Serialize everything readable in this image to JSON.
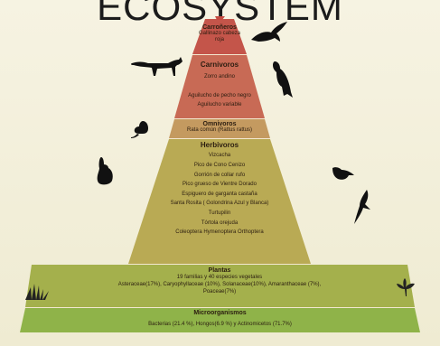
{
  "heading": "ECOSYSTEM",
  "colors": {
    "background": "#f4f1dd",
    "carroneros": "#c4554a",
    "carnivoros": "#c86a55",
    "omnivoros": "#c49a60",
    "herbivoros": "#b9aa54",
    "plantas": "#a4b04c",
    "microorganismos": "#8fb349"
  },
  "levels": {
    "carroneros": {
      "title": "Carroñeros",
      "items": [
        "Gallinazo cabeza",
        "roja"
      ]
    },
    "carnivoros": {
      "title": "Carnivoros",
      "items": [
        "Zorro andino",
        "Aguilucho de pecho negro",
        "Aguilucho variable"
      ]
    },
    "omnivoros": {
      "title": "Omnivoros",
      "items": [
        "Rata común (Rattus rattus)"
      ]
    },
    "herbivoros": {
      "title": "Herbivoros",
      "items": [
        "Vizcacha",
        "Pico de Cono Cenizo",
        "Gorrión de collar rufo",
        "Pico grueso de Vientre Dorado",
        "Espiguero de garganta castaña",
        "Santa Rosita ( Golondrina Azul y Blanca)",
        "Turtupilin",
        "Tórtola orejuda",
        "Coleoptera  Hymenoptera   Orthoptera"
      ]
    },
    "plantas": {
      "title": "Plantas",
      "items": [
        "19 familias y 40 especies vegetales",
        "Asteraceae(17%), Caryophyllaceae (10%), Solanaceae(10%), Amaranthaceae (7%),",
        "Poaceae(7%)"
      ]
    },
    "microorganismos": {
      "title": "Microorganismos",
      "items": [
        "Bacterias (21.4 %), Hongos(6.9 %) y  Actinomicetos (71.7%)"
      ]
    }
  },
  "icons": [
    "condor-icon",
    "fox-icon",
    "eagle-icon",
    "rat-icon",
    "rabbit-icon",
    "songbird-icon",
    "swallow-icon",
    "grass-icon",
    "shrub-icon"
  ]
}
